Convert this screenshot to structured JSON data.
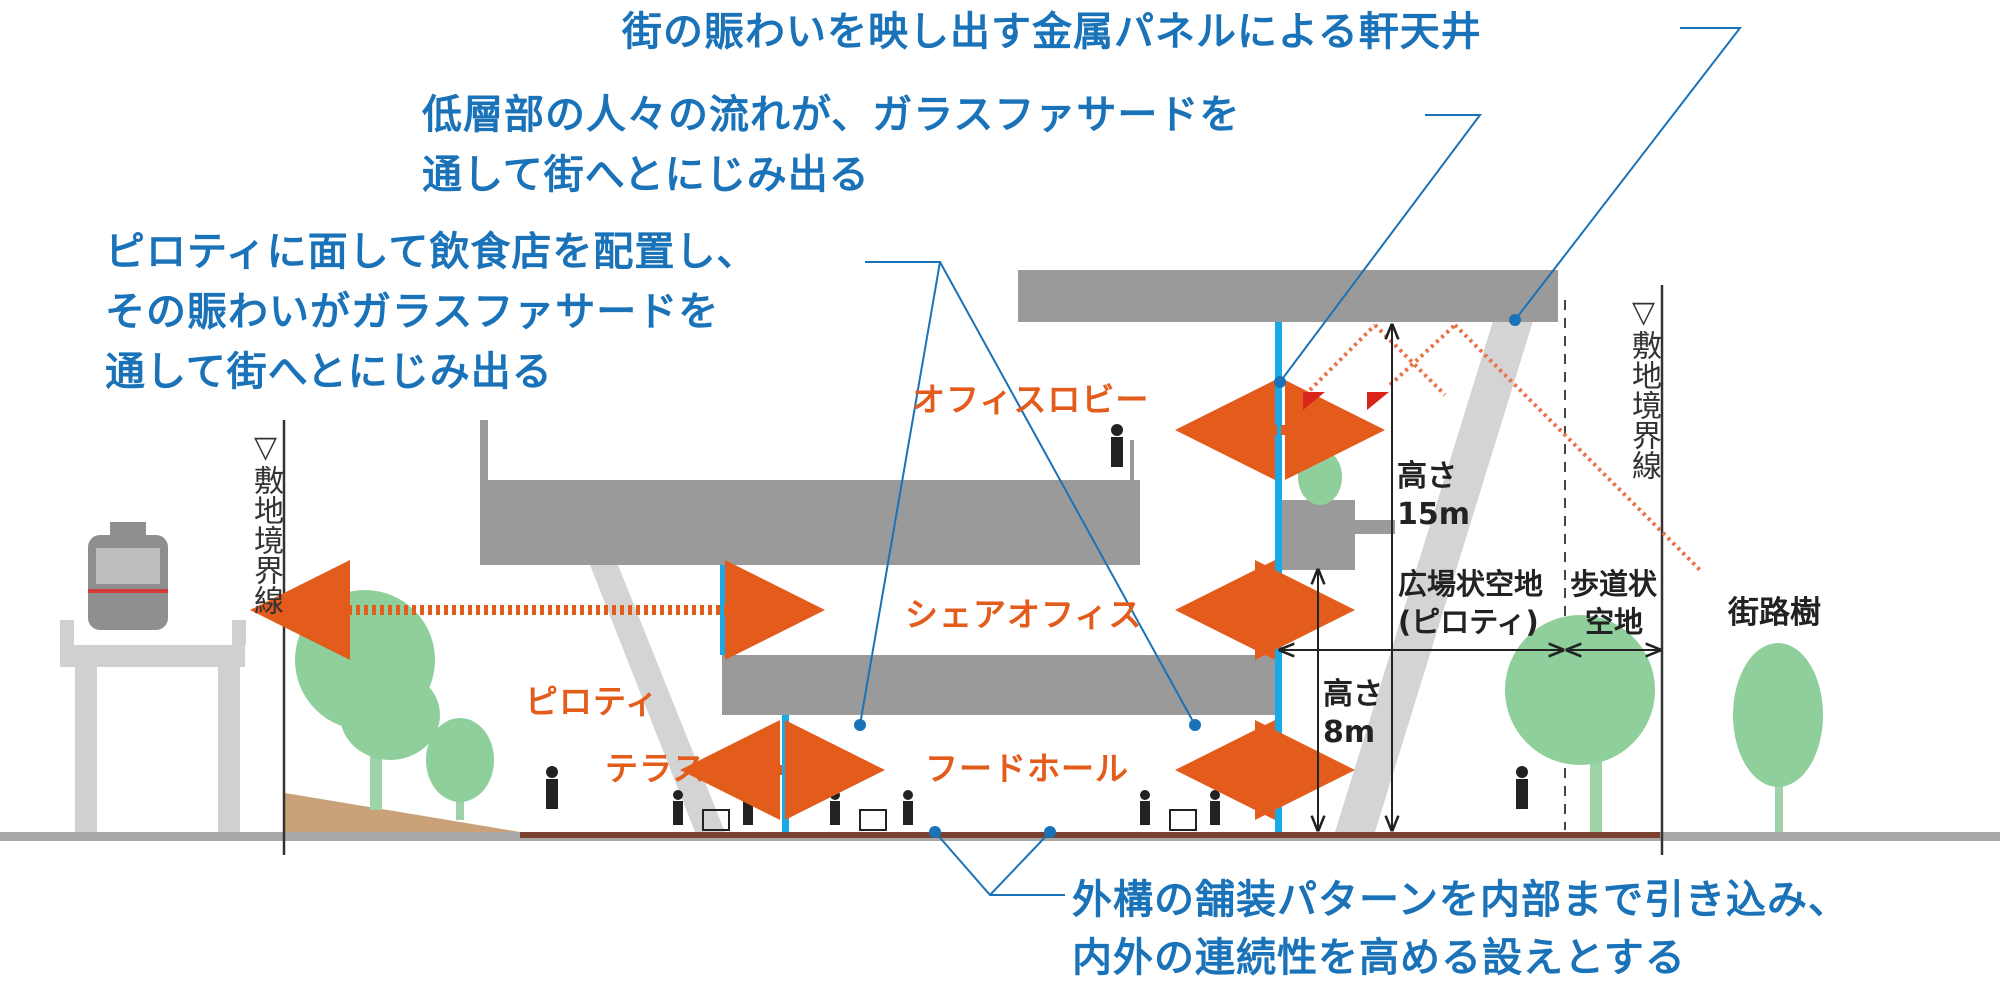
{
  "colors": {
    "callout_text": "#1a72b8",
    "callout_line": "#1a72b8",
    "flow_arrow": "#e35c1c",
    "slab": "#9a9a9a",
    "glass": "#19a9e6",
    "tree": "#8fcf9b",
    "ground": "#7a4030",
    "slope": "#c9a27a"
  },
  "callouts": {
    "top": "街の賑わいを映し出す金属パネルによる軒天井",
    "second_line1": "低層部の人々の流れが、ガラスファサードを",
    "second_line2": "通して街へとにじみ出る",
    "third_line1": "ピロティに面して飲食店を配置し、",
    "third_line2": "その賑わいがガラスファサードを",
    "third_line3": "通して街へとにじみ出る",
    "bottom_line1": "外構の舗装パターンを内部まで引き込み、",
    "bottom_line2": "内外の連続性を高める設えとする"
  },
  "spaces": {
    "office_lobby": "オフィスロビー",
    "share_office": "シェアオフィス",
    "piloti": "ピロティ",
    "terrace": "テラス",
    "food_hall": "フードホール"
  },
  "dimensions": {
    "h15_label": "高さ",
    "h15_value": "15m",
    "h8_label": "高さ",
    "h8_value": "8m",
    "plaza_line1": "広場状空地",
    "plaza_line2": "(ピロティ)",
    "sidewalk_line1": "歩道状",
    "sidewalk_line2": "空地"
  },
  "labels": {
    "boundary_left": "▽敷地境界線",
    "boundary_right": "▽敷地境界線",
    "street_trees": "街路樹"
  }
}
